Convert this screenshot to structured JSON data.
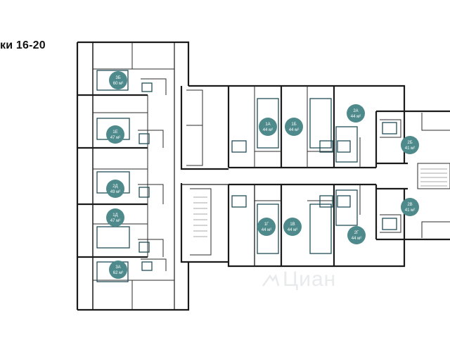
{
  "title": "ки 16-20",
  "colors": {
    "wall": "#1a1a1a",
    "partition": "#2b2b2b",
    "furniture": "#1f4d57",
    "badge": "#4e8a8b",
    "watermark": "#d6d9dc"
  },
  "apartments": [
    {
      "id": "3Б",
      "area": "60 м²"
    },
    {
      "id": "1Е",
      "area": "47 м²"
    },
    {
      "id": "2Д",
      "area": "49 м²"
    },
    {
      "id": "1Д",
      "area": "47 м²"
    },
    {
      "id": "3А",
      "area": "62 м²"
    },
    {
      "id": "1А",
      "area": "44 м²"
    },
    {
      "id": "1Б",
      "area": "44 м²"
    },
    {
      "id": "2А",
      "area": "44 м²"
    },
    {
      "id": "2Б",
      "area": "41 м²"
    },
    {
      "id": "1Г",
      "area": "44 м²"
    },
    {
      "id": "1В",
      "area": "44 м²"
    },
    {
      "id": "2Г",
      "area": "44 м²"
    },
    {
      "id": "2В",
      "area": "41 м²"
    }
  ],
  "watermark": {
    "text": "Циан",
    "icon": "cian-logo-icon"
  }
}
